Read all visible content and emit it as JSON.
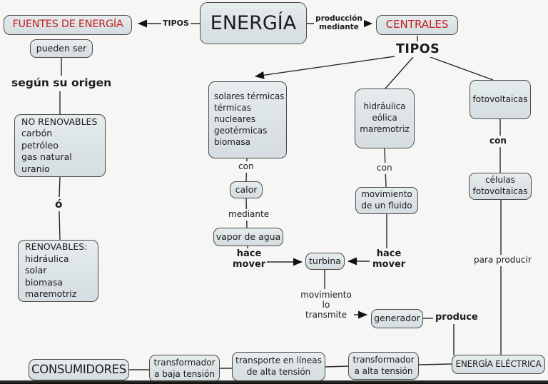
{
  "title": "Mapa conceptual de la energía",
  "colors": {
    "background": "#f6f6f4",
    "box_fill": "#dde5e8",
    "box_border": "#4b4b4b",
    "red_text": "#c41f1f",
    "black_text": "#1c1c1c"
  },
  "nodes": {
    "energia": "ENERGÍA",
    "fuentes": "FUENTES DE ENERGÍA",
    "pueden_ser": "pueden ser",
    "centrales": "CENTRALES",
    "no_renovables": {
      "title": "NO RENOVABLES",
      "items": [
        "carbón",
        "petróleo",
        "gas natural",
        "uranio"
      ]
    },
    "renovables": {
      "title": "RENOVABLES:",
      "items": [
        "hidráulica",
        "solar",
        "biomasa",
        "maremotriz"
      ]
    },
    "termicas": {
      "items": [
        "solares térmicas",
        "térmicas",
        "nucleares",
        "geotérmicas",
        "biomasa"
      ]
    },
    "hidraulica_grupo": {
      "items": [
        "hidráulica",
        "eólica",
        "maremotriz"
      ]
    },
    "fotovoltaicas": "fotovoltaicas",
    "calor": "calor",
    "vapor_de_agua": "vapor de agua",
    "turbina": "turbina",
    "movimiento_fluido": "movimiento de un fluido",
    "celulas_fotovoltaicas": "células fotovoltaicas",
    "generador": "generador",
    "consumidores": "CONSUMIDORES",
    "transformador_baja": "transformador a baja tensión",
    "transporte_lineas": "transporte en líneas de alta tensión",
    "transformador_alta": "transformador a alta tensión",
    "energia_electrica": "ENERGÍA ELÉCTRICA"
  },
  "labels": {
    "tipos_izquierda": "TIPOS",
    "produccion_mediante": "producción mediante",
    "tipos_centrales": "TIPOS",
    "segun_su_origen": "según su origen",
    "o_conector": "ó",
    "con_termicas": "con",
    "mediante": "mediante",
    "hace_mover_izq": "hace mover",
    "con_hidraulica": "con",
    "hace_mover_der": "hace mover",
    "con_fotovoltaicas": "con",
    "movimiento_transmite": [
      "movimiento",
      "lo",
      "transmite"
    ],
    "produce": "produce",
    "para_producir": "para producir"
  }
}
